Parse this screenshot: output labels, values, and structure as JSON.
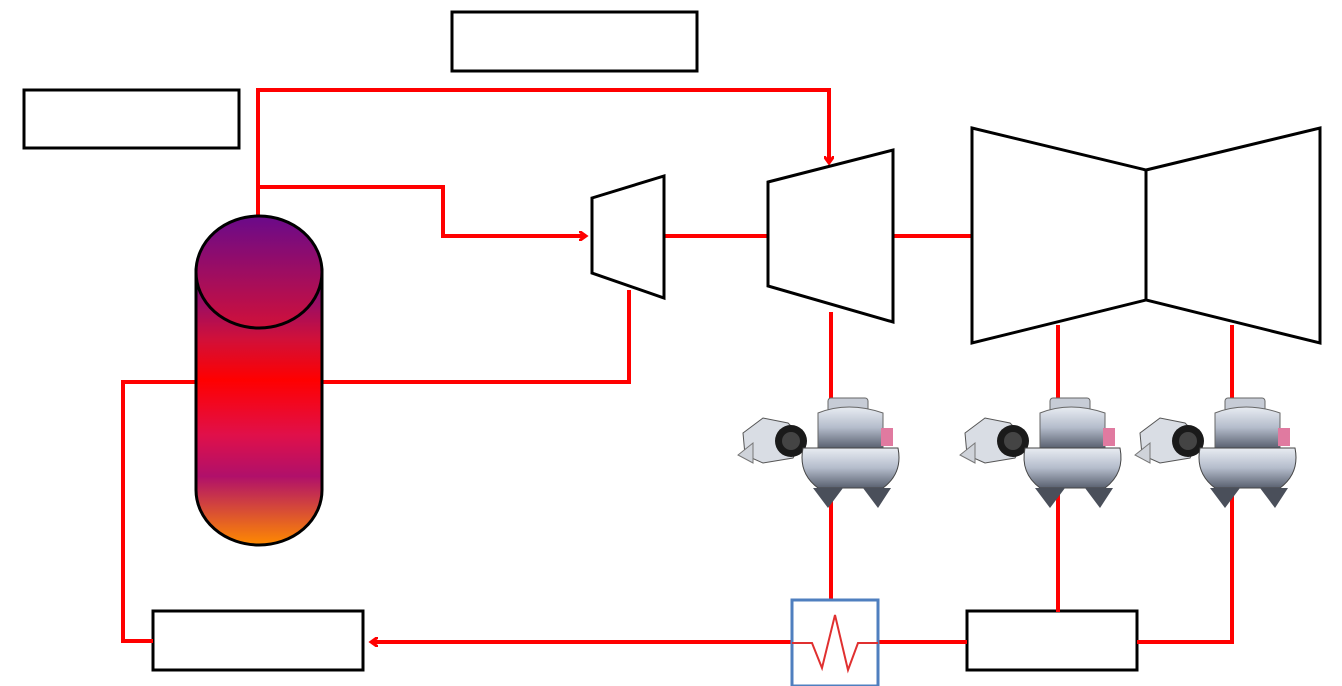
{
  "diagram": {
    "flow_color": "#ff0000",
    "outline_color": "#000000",
    "exchanger_border_color": "#4f7fbf",
    "exchanger_zigzag_color": "#e03030",
    "drum_gradient": [
      "#6a0a8a",
      "#d0103a",
      "#ff0000",
      "#e0104a",
      "#b0106a",
      "#ff8a00"
    ],
    "labels": {
      "top_box": "",
      "left_box": "",
      "bottom_left_box": "",
      "bottom_right_box": ""
    },
    "components": [
      "steam-drum",
      "small-turbine",
      "hp-turbine",
      "lp-turbine-double-flow",
      "heat-exchanger",
      "valve-assembly-1",
      "valve-assembly-2",
      "valve-assembly-3"
    ]
  }
}
